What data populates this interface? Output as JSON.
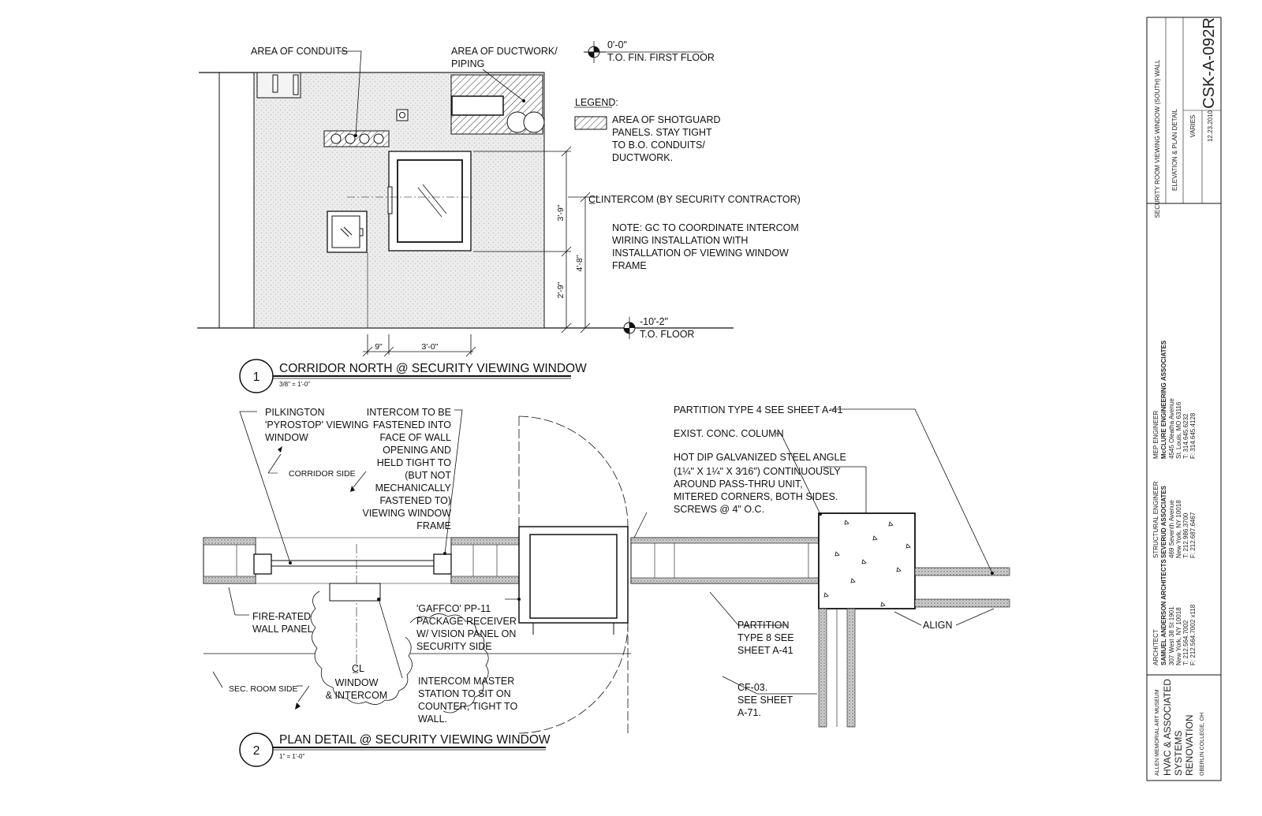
{
  "elevation": {
    "labels": {
      "conduits": "AREA OF CONDUITS",
      "ductwork_1": "AREA OF DUCTWORK/",
      "ductwork_2": "PIPING",
      "level_top_1": "0'-0\"",
      "level_top_2": "T.O. FIN. FIRST FLOOR",
      "level_bottom_1": "-10'-2\"",
      "level_bottom_2": "T.O. FLOOR",
      "legend_title": "LEGEND:",
      "legend_1": "AREA OF SHOTGUARD",
      "legend_2": "PANELS. STAY TIGHT",
      "legend_3": "TO B.O. CONDUITS/",
      "legend_4": "DUCTWORK.",
      "cl_symbol": "C̲L",
      "intercom": "INTERCOM (BY SECURITY CONTRACTOR)",
      "note_1": "NOTE: GC TO COORDINATE INTERCOM",
      "note_2": "WIRING INSTALLATION WITH",
      "note_3": "INSTALLATION OF VIEWING WINDOW",
      "note_4": "FRAME",
      "dim_3_9": "3'-9\"",
      "dim_4_8": "4'-8\"",
      "dim_2_9": "2'-9\"",
      "dim_9": "9\"",
      "dim_3_0": "3'-0\""
    },
    "title": {
      "number": "1",
      "text": "CORRIDOR NORTH @ SECURITY VIEWING WINDOW",
      "scale": "3/8\" = 1'-0\""
    }
  },
  "plan": {
    "labels": {
      "pilk_1": "PILKINGTON",
      "pilk_2": "'PYROSTOP' VIEWING",
      "pilk_3": "WINDOW",
      "corridor_side": "CORRIDOR SIDE",
      "int_1": "INTERCOM TO BE",
      "int_2": "FASTENED INTO",
      "int_3": "FACE OF WALL",
      "int_4": "OPENING AND",
      "int_5": "HELD TIGHT TO",
      "int_6": "(BUT NOT",
      "int_7": "MECHANICALLY",
      "int_8": "FASTENED TO)",
      "int_9": "VIEWING WINDOW",
      "int_10": "FRAME",
      "part4": "PARTITION TYPE 4 SEE SHEET A-41",
      "column": "EXIST. CONC. COLUMN",
      "hdg_1": "HOT DIP GALVANIZED STEEL ANGLE",
      "hdg_2": "(1¼\" X 1¼\" X 3⁄16\") CONTINUOUSLY",
      "hdg_3": "AROUND PASS-THRU UNIT,",
      "hdg_4": "MITERED CORNERS, BOTH SIDES.",
      "hdg_5": "SCREWS @ 4\" O.C.",
      "fire_1": "FIRE-RATED",
      "fire_2": "WALL PANEL",
      "gaff_1": "'GAFFCO' PP-11",
      "gaff_2": "PACKAGE RECEIVER",
      "gaff_3": "W/ VISION PANEL ON",
      "gaff_4": "SECURITY SIDE",
      "cl_symbol": "C̲L",
      "win_1": "WINDOW",
      "win_2": "& INTERCOM",
      "sec_room": "SEC. ROOM SIDE",
      "im_1": "INTERCOM MASTER",
      "im_2": "STATION TO SIT ON",
      "im_3": "COUNTER, TIGHT TO",
      "im_4": "WALL.",
      "p8_1": "PARTITION",
      "p8_2": "TYPE 8 SEE",
      "p8_3": "SHEET A-41",
      "align": "ALIGN",
      "cf_1": "CF-03.",
      "cf_2": "SEE SHEET",
      "cf_3": "A-71."
    },
    "title": {
      "number": "2",
      "text": "PLAN DETAIL @ SECURITY VIEWING WINDOW",
      "scale": "1\" = 1'-0\""
    }
  },
  "title_block": {
    "sheet_number": "CSK-A-092R",
    "sheet_title": "SECURITY ROOM VIEWING WINDOW (SOUTH) WALL",
    "sheet_subtitle": "ELEVATION & PLAN DETAIL",
    "scale": "VARIES",
    "date": "12.23.2010",
    "mep": {
      "role": "MEP ENGINEER",
      "firm": "McCLURE ENGINEERING ASSOCIATES",
      "line1": "4545 Oleatha Avenue",
      "line2": "St. Louis, MO 63116",
      "line3": "T: 314.645.6232",
      "line4": "F: 314.645.4128"
    },
    "structural": {
      "role": "STRUCTURAL ENGINEER",
      "firm": "SEVERUD ASSOCIATES",
      "line1": "469 Seventh Avenue",
      "line2": "New York, NY 10018",
      "line3": "T: 212.986.3700",
      "line4": "F: 212.687.6467"
    },
    "architect": {
      "role": "ARCHITECT",
      "firm": "SAMUEL ANDERSON ARCHITECTS",
      "line1": "307 West 38 St 1901",
      "line2": "New York, NY 10018",
      "line3": "T: 212.564.7002",
      "line4": "F: 212.564.7002 x118"
    },
    "project": {
      "client": "ALLEN MEMORIAL ART MUSEUM",
      "name1": "HVAC & ASSOCIATED",
      "name2": "SYSTEMS",
      "name3": "RENOVATION",
      "location": "OBERLIN COLLEGE, OH"
    }
  }
}
